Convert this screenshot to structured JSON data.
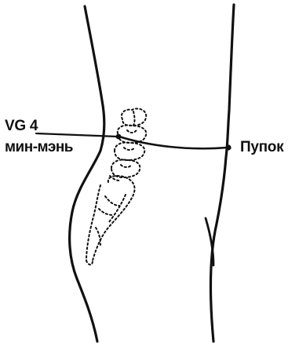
{
  "diagram": {
    "point_code": "VG 4",
    "point_name": "мин-мэнь",
    "navel_label": "Пупок",
    "ink_color": "#111111",
    "background_color": "#ffffff"
  }
}
